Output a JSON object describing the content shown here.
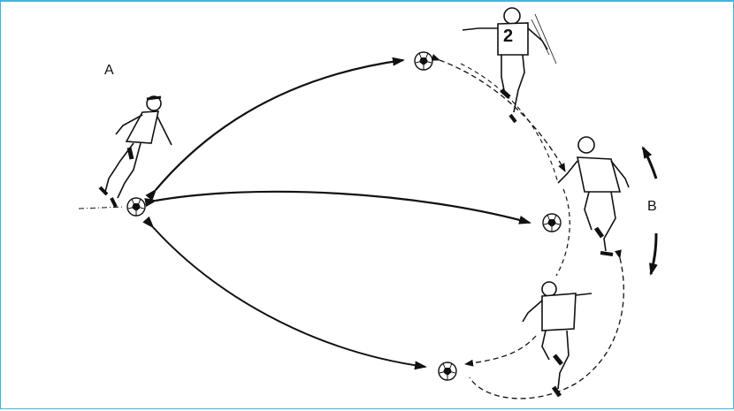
{
  "diagram": {
    "label_a": "A",
    "label_b": "B",
    "player_number": "2",
    "colors": {
      "line": "#111111",
      "frame": "#3bb7e3",
      "background": "#ffffff"
    },
    "icons": [
      "soccer-ball-icon",
      "player-figure-icon",
      "arrow-icon"
    ]
  }
}
